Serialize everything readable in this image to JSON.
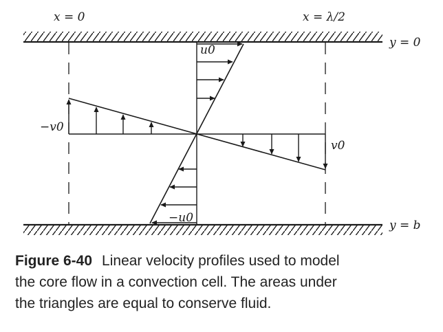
{
  "figure": {
    "labels": {
      "x_left": "x = 0",
      "x_right": "x = λ/2",
      "y_top": "y = 0",
      "y_bottom": "y = b",
      "u0_top": "u0",
      "u0_bottom": "−u0",
      "v0_left": "−v0",
      "v0_right": "v0"
    }
  },
  "caption": {
    "label": "Figure 6-40",
    "lines": [
      "Linear velocity profiles used to model",
      "the core flow in a convection cell. The areas under",
      "the triangles are equal to conserve fluid."
    ]
  }
}
